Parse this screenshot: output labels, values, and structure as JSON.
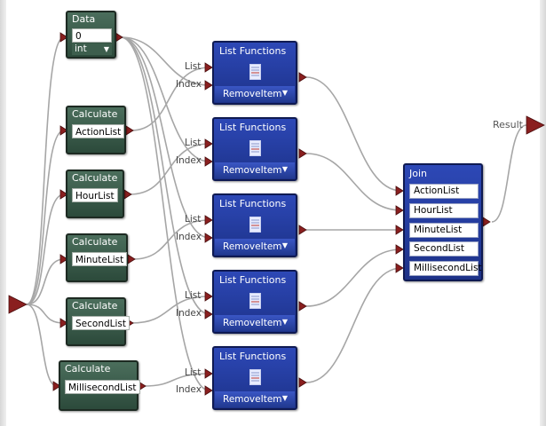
{
  "data_node": {
    "title": "Data",
    "value": "0",
    "type": "int"
  },
  "calc_nodes": [
    {
      "title": "Calculate",
      "value": "ActionList"
    },
    {
      "title": "Calculate",
      "value": "HourList"
    },
    {
      "title": "Calculate",
      "value": "MinuteList"
    },
    {
      "title": "Calculate",
      "value": "SecondList"
    },
    {
      "title": "Calculate",
      "value": "MillisecondList"
    }
  ],
  "list_nodes": [
    {
      "title": "List Functions",
      "function": "RemoveItem",
      "in1": "List",
      "in2": "Index"
    },
    {
      "title": "List Functions",
      "function": "RemoveItem",
      "in1": "List",
      "in2": "Index"
    },
    {
      "title": "List Functions",
      "function": "RemoveItem",
      "in1": "List",
      "in2": "Index"
    },
    {
      "title": "List Functions",
      "function": "RemoveItem",
      "in1": "List",
      "in2": "Index"
    },
    {
      "title": "List Functions",
      "function": "RemoveItem",
      "in1": "List",
      "in2": "Index"
    }
  ],
  "join_node": {
    "title": "Join",
    "inputs": [
      "ActionList",
      "HourList",
      "MinuteList",
      "SecondList",
      "MillisecondList"
    ]
  },
  "output": {
    "label": "Result"
  },
  "colors": {
    "wire": "#a6a6a6",
    "port": "#8a1f1f",
    "green_node": "#2c4a3b",
    "blue_node": "#2340a0"
  }
}
